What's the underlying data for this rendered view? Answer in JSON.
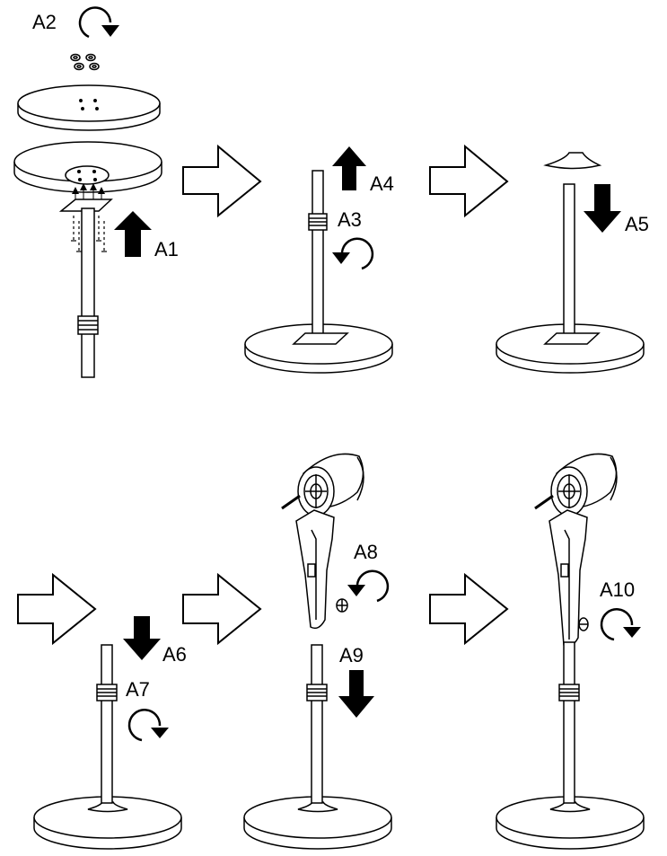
{
  "labels": {
    "a1": "A1",
    "a2": "A2",
    "a3": "A3",
    "a4": "A4",
    "a5": "A5",
    "a6": "A6",
    "a7": "A7",
    "a8": "A8",
    "a9": "A9",
    "a10": "A10"
  },
  "colors": {
    "ink": "#000000",
    "paper": "#ffffff"
  },
  "icons": {
    "step_arrow": "hollow-right-arrow",
    "direction_arrow": "solid-block-arrow",
    "rotation": "circular-rotate-arrow"
  }
}
